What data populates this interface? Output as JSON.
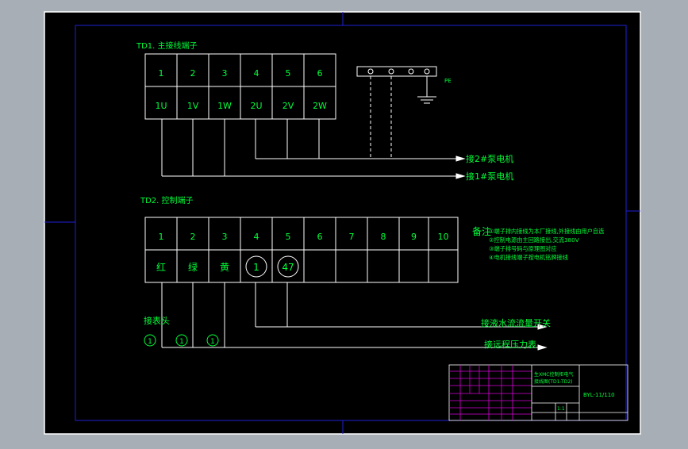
{
  "colors": {
    "background": "#a7aeb6",
    "canvas": "#000000",
    "frame": "#ffffff",
    "inner_border": "#1f1fd6",
    "text_green": "#00ff3a",
    "title_block": "#d600d6",
    "lines": "#ffffff"
  },
  "td1": {
    "title": "TD1. 主接线端子",
    "top_row": [
      "1",
      "2",
      "3",
      "4",
      "5",
      "6"
    ],
    "bottom_row": [
      "1U",
      "1V",
      "1W",
      "2U",
      "2V",
      "2W"
    ],
    "output_labels": [
      "接2#泵电机",
      "接1#泵电机"
    ]
  },
  "ground": {
    "label": "PE"
  },
  "td2": {
    "title": "TD2. 控制端子",
    "top_row": [
      "1",
      "2",
      "3",
      "4",
      "5",
      "6",
      "7",
      "8",
      "9",
      "10"
    ],
    "bottom_row": [
      "红",
      "绿",
      "黄",
      "1",
      "47",
      "",
      "",
      "",
      "",
      ""
    ],
    "side_label": "接表头",
    "indicators": [
      "1",
      "1",
      "1"
    ],
    "output_labels": [
      "接液水流流量开关",
      "接远程压力表"
    ]
  },
  "notes": {
    "heading": "备注",
    "items": [
      "①端子排内接线为本厂接线,外接线由用户自选",
      "②控制电源由主回路接出,交流380V",
      "③端子排号码与原理图对应",
      "④电机接线端子按电机铭牌接线"
    ]
  },
  "title_block": {
    "drawing_name_line1": "生XMC控制柜电气",
    "drawing_name_line2": "接线图(TD1-TD2)",
    "drawing_number": "BYL-11/110",
    "scale": "1:1"
  }
}
